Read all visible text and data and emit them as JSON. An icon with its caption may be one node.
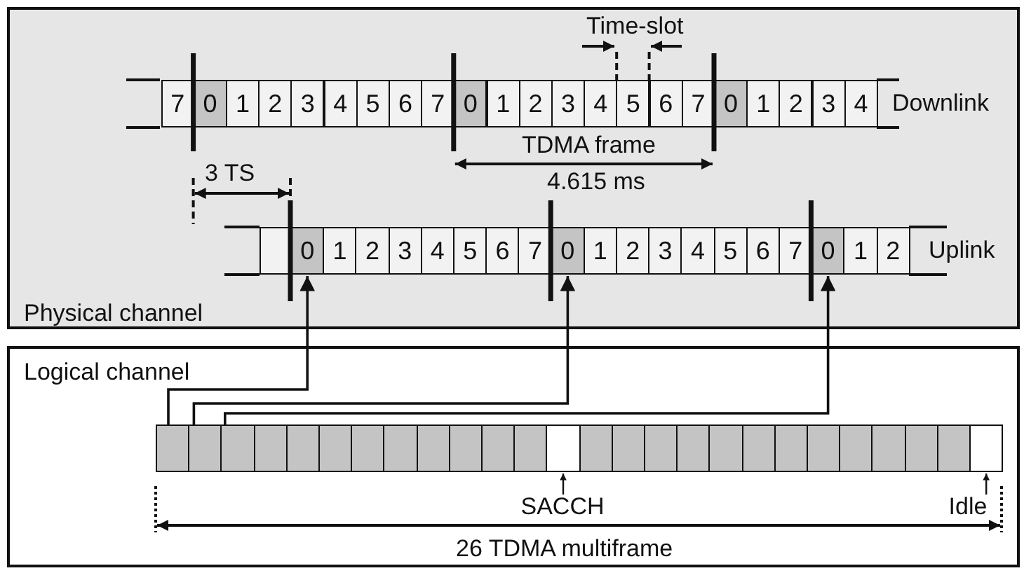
{
  "diagram": {
    "nodes": [
      {
        "text": [
          "Physical channel"
        ]
      },
      {
        "text": [
          "7"
        ],
        "in": 0
      },
      {
        "text": [
          "0"
        ],
        "in": 0
      },
      {
        "text": [
          "1"
        ],
        "in": 0
      },
      {
        "text": [
          "2"
        ],
        "in": 0
      },
      {
        "text": [
          "3"
        ],
        "in": 0
      },
      {
        "text": [
          "4"
        ],
        "in": 0
      },
      {
        "text": [
          "5"
        ],
        "in": 0
      },
      {
        "text": [
          "6"
        ],
        "in": 0
      },
      {
        "text": [
          "7"
        ],
        "in": 0
      },
      {
        "text": [
          "0"
        ],
        "in": 0
      },
      {
        "text": [
          "1"
        ],
        "in": 0
      },
      {
        "text": [
          "2"
        ],
        "in": 0
      },
      {
        "text": [
          "3"
        ],
        "in": 0
      },
      {
        "text": [
          "4"
        ],
        "in": 0
      },
      {
        "text": [
          "5"
        ],
        "in": 0
      },
      {
        "text": [
          "6"
        ],
        "in": 0
      },
      {
        "text": [
          "7"
        ],
        "in": 0
      },
      {
        "text": [
          "0"
        ],
        "in": 0
      },
      {
        "text": [
          "1"
        ],
        "in": 0
      },
      {
        "text": [
          "2"
        ],
        "in": 0
      },
      {
        "text": [
          "3"
        ],
        "in": 0
      },
      {
        "text": [
          "4"
        ],
        "in": 0
      },
      {
        "text": [],
        "shape": "box",
        "in": 0
      },
      {
        "text": [
          "0"
        ],
        "in": 0
      },
      {
        "text": [
          "1"
        ],
        "in": 0
      },
      {
        "text": [
          "2"
        ],
        "in": 0
      },
      {
        "text": [
          "3"
        ],
        "in": 0
      },
      {
        "text": [
          "4"
        ],
        "in": 0
      },
      {
        "text": [
          "5"
        ],
        "in": 0
      },
      {
        "text": [
          "6"
        ],
        "in": 0
      },
      {
        "text": [
          "7"
        ],
        "in": 0
      },
      {
        "text": [
          "0"
        ],
        "in": 0
      },
      {
        "text": [
          "1"
        ],
        "in": 0
      },
      {
        "text": [
          "2"
        ],
        "in": 0
      },
      {
        "text": [
          "3"
        ],
        "in": 0
      },
      {
        "text": [
          "4"
        ],
        "in": 0
      },
      {
        "text": [
          "5"
        ],
        "in": 0
      },
      {
        "text": [
          "6"
        ],
        "in": 0
      },
      {
        "text": [
          "7"
        ],
        "in": 0
      },
      {
        "text": [
          "0"
        ],
        "in": 0
      },
      {
        "text": [
          "1"
        ],
        "in": 0
      },
      {
        "text": [
          "2"
        ],
        "in": 0
      },
      {
        "text": [
          "Logical channel"
        ]
      },
      {
        "text": [],
        "shape": "box",
        "in": 43
      },
      {
        "text": [],
        "shape": "box",
        "in": 43
      },
      {
        "text": [],
        "shape": "box",
        "in": 43
      },
      {
        "text": [],
        "shape": "box",
        "in": 43
      },
      {
        "text": [],
        "shape": "box",
        "in": 43
      },
      {
        "text": [],
        "shape": "box",
        "in": 43
      },
      {
        "text": [],
        "shape": "box",
        "in": 43
      },
      {
        "text": [],
        "shape": "box",
        "in": 43
      },
      {
        "text": [],
        "shape": "box",
        "in": 43
      },
      {
        "text": [],
        "shape": "box",
        "in": 43
      },
      {
        "text": [],
        "shape": "box",
        "in": 43
      },
      {
        "text": [],
        "shape": "box",
        "in": 43
      },
      {
        "text": [],
        "shape": "box",
        "in": 43
      },
      {
        "text": [],
        "shape": "box",
        "in": 43
      },
      {
        "text": [],
        "shape": "box",
        "in": 43
      },
      {
        "text": [],
        "shape": "box",
        "in": 43
      },
      {
        "text": [],
        "shape": "box",
        "in": 43
      },
      {
        "text": [],
        "shape": "box",
        "in": 43
      },
      {
        "text": [],
        "shape": "box",
        "in": 43
      },
      {
        "text": [],
        "shape": "box",
        "in": 43
      },
      {
        "text": [],
        "shape": "box",
        "in": 43
      },
      {
        "text": [],
        "shape": "box",
        "in": 43
      },
      {
        "text": [],
        "shape": "box",
        "in": 43
      },
      {
        "text": [],
        "shape": "box",
        "in": 43
      },
      {
        "text": [],
        "shape": "box",
        "in": 43
      },
      {
        "text": [],
        "shape": "box",
        "in": 43
      },
      {
        "text": [
          "SACCH"
        ],
        "in": 43
      },
      {
        "text": [
          "Idle"
        ],
        "in": 43
      }
    ],
    "edges": [
      {
        "from": 44,
        "to": 24,
        "arrow": "to"
      },
      {
        "from": 45,
        "to": 32,
        "arrow": "to"
      },
      {
        "from": 46,
        "to": 40,
        "arrow": "to"
      },
      {
        "from": 70,
        "to": 56,
        "arrow": "to"
      },
      {
        "from": 71,
        "to": 69,
        "arrow": "to"
      }
    ],
    "labels": [
      "Time-slot",
      "Downlink",
      "TDMA frame",
      "3 TS",
      "4.615 ms",
      "Uplink",
      "26 TDMA multiframe"
    ]
  }
}
